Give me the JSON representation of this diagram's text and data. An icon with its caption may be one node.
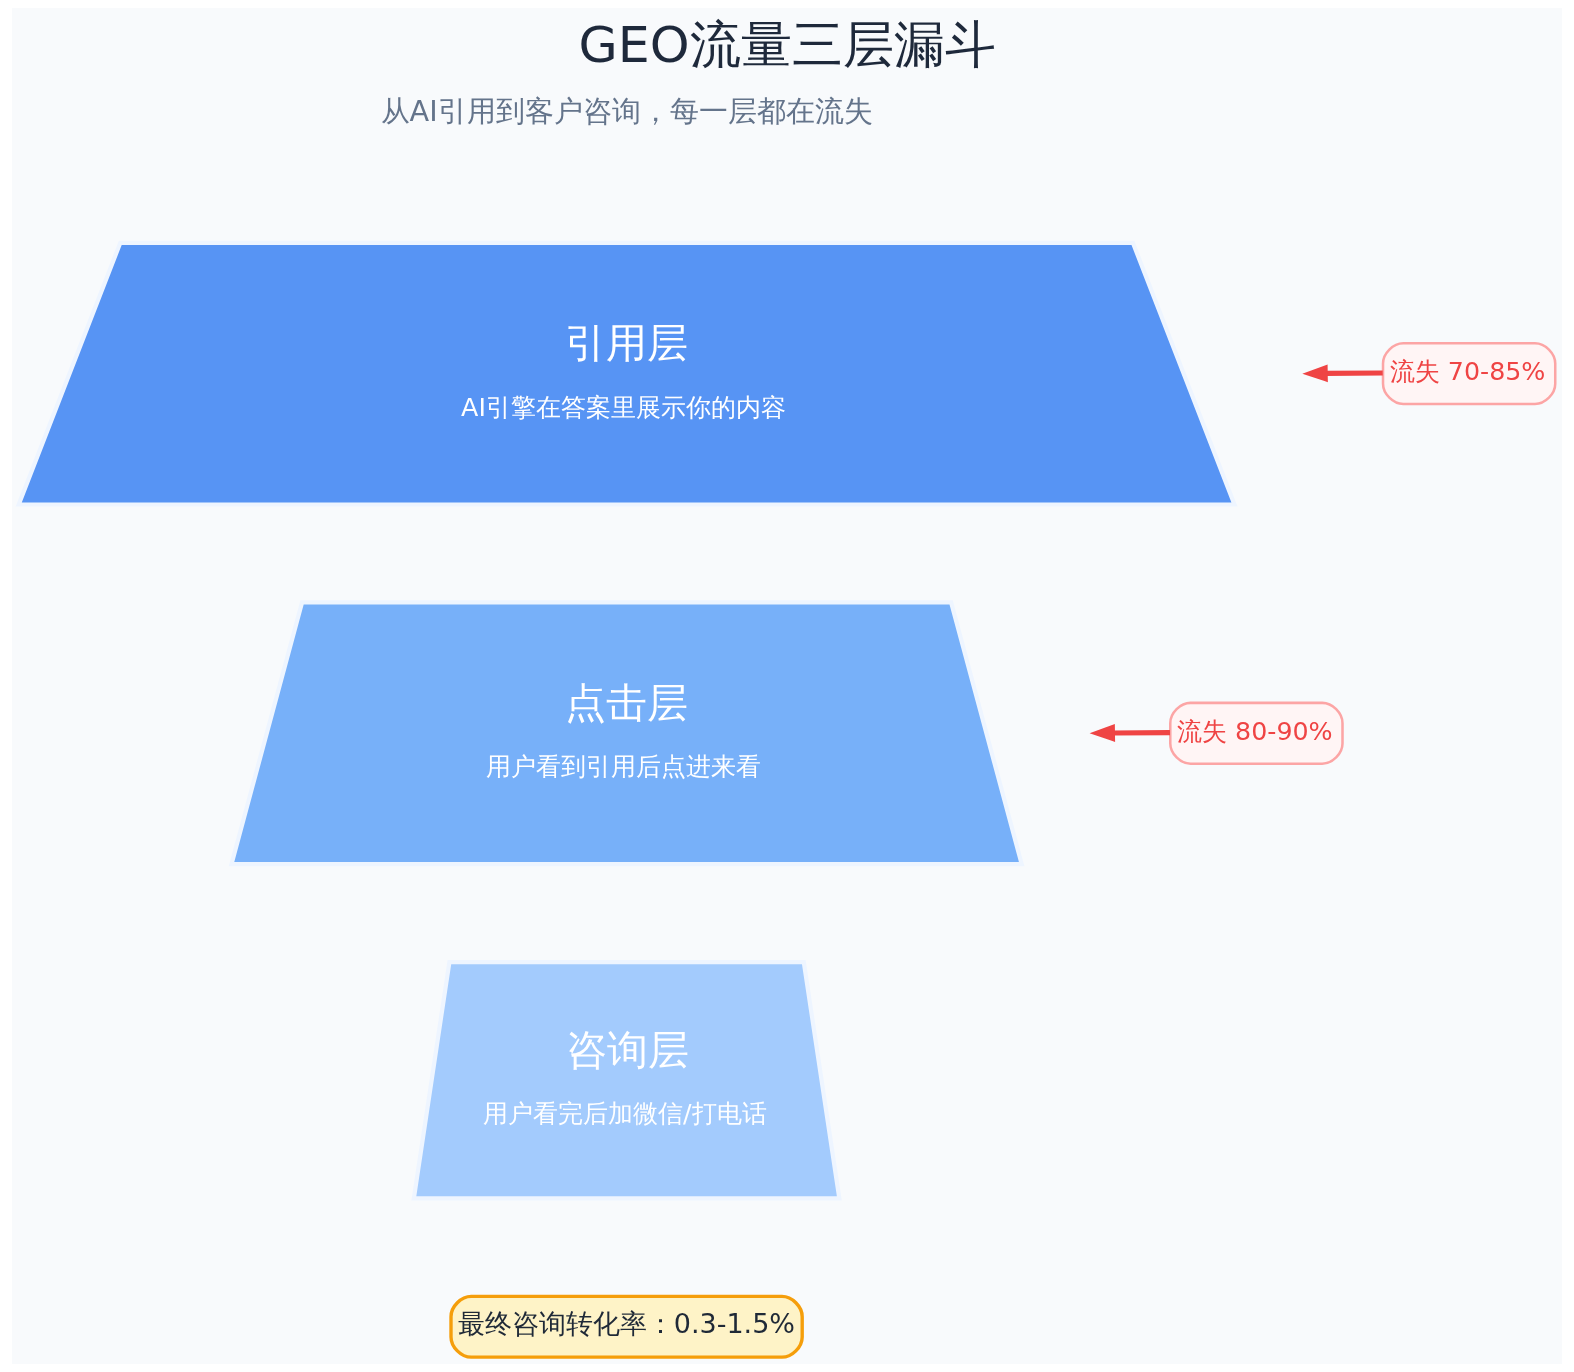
{
  "diagram": {
    "title": "GEO流量三层漏斗",
    "nodes": [
      {
        "text": [
          "引用层",
          "AI引擎在答案里展示你的内容"
        ]
      },
      {
        "text": [
          "点击层",
          "用户看到引用后点进来看"
        ]
      },
      {
        "text": [
          "咨询层",
          "用户看完后加微信/打电话"
        ]
      },
      {
        "text": [
          "流失 70-85%"
        ]
      },
      {
        "text": [
          "流失 80-90%"
        ]
      },
      {
        "text": [
          "最终咨询转化率：0.3-1.5%"
        ]
      }
    ],
    "edges": [
      {
        "from": 3,
        "to": null,
        "arrow": "to",
        "color": "#ef4444"
      },
      {
        "from": 4,
        "to": null,
        "arrow": "to",
        "color": "#ef4444"
      }
    ],
    "labels": [
      "从AI引用到客户咨询，每一层都在流失"
    ]
  }
}
